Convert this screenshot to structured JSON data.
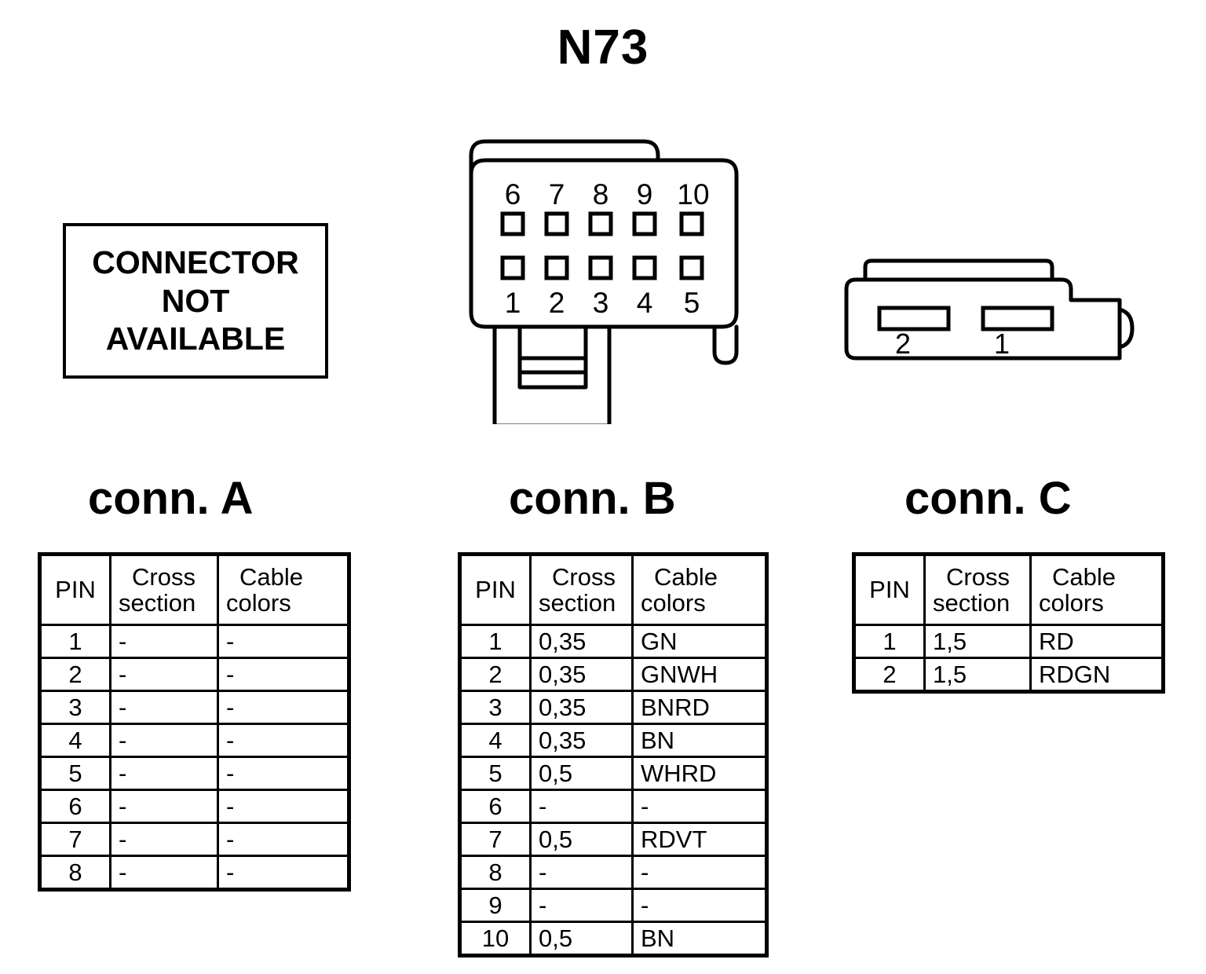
{
  "title": "N73",
  "notice": {
    "lines": [
      "CONNECTOR",
      "NOT",
      "AVAILABLE"
    ]
  },
  "connector_b_drawing": {
    "top_row_labels": [
      "6",
      "7",
      "8",
      "9",
      "10"
    ],
    "bottom_row_labels": [
      "1",
      "2",
      "3",
      "4",
      "5"
    ]
  },
  "connector_c_drawing": {
    "pin_labels": [
      "2",
      "1"
    ]
  },
  "headings": {
    "conn_a": "conn. A",
    "conn_b": "conn. B",
    "conn_c": "conn. C"
  },
  "table_headers": {
    "pin": "PIN",
    "cross_section_l1": "Cross",
    "cross_section_l2": "section",
    "cable_colors_l1": "Cable",
    "cable_colors_l2": "colors"
  },
  "conn_a_rows": [
    {
      "pin": "1",
      "cross_section": "-",
      "cable_colors": "-"
    },
    {
      "pin": "2",
      "cross_section": "-",
      "cable_colors": "-"
    },
    {
      "pin": "3",
      "cross_section": "-",
      "cable_colors": "-"
    },
    {
      "pin": "4",
      "cross_section": "-",
      "cable_colors": "-"
    },
    {
      "pin": "5",
      "cross_section": "-",
      "cable_colors": "-"
    },
    {
      "pin": "6",
      "cross_section": "-",
      "cable_colors": "-"
    },
    {
      "pin": "7",
      "cross_section": "-",
      "cable_colors": "-"
    },
    {
      "pin": "8",
      "cross_section": "-",
      "cable_colors": "-"
    }
  ],
  "conn_b_rows": [
    {
      "pin": "1",
      "cross_section": "0,35",
      "cable_colors": "GN"
    },
    {
      "pin": "2",
      "cross_section": "0,35",
      "cable_colors": "GNWH"
    },
    {
      "pin": "3",
      "cross_section": "0,35",
      "cable_colors": "BNRD"
    },
    {
      "pin": "4",
      "cross_section": "0,35",
      "cable_colors": "BN"
    },
    {
      "pin": "5",
      "cross_section": "0,5",
      "cable_colors": "WHRD"
    },
    {
      "pin": "6",
      "cross_section": "-",
      "cable_colors": "-"
    },
    {
      "pin": "7",
      "cross_section": "0,5",
      "cable_colors": "RDVT"
    },
    {
      "pin": "8",
      "cross_section": "-",
      "cable_colors": "-"
    },
    {
      "pin": "9",
      "cross_section": "-",
      "cable_colors": "-"
    },
    {
      "pin": "10",
      "cross_section": "0,5",
      "cable_colors": "BN"
    }
  ],
  "conn_c_rows": [
    {
      "pin": "1",
      "cross_section": "1,5",
      "cable_colors": "RD"
    },
    {
      "pin": "2",
      "cross_section": "1,5",
      "cable_colors": "RDGN"
    }
  ],
  "colors": {
    "ink": "#000000",
    "paper": "#ffffff"
  }
}
